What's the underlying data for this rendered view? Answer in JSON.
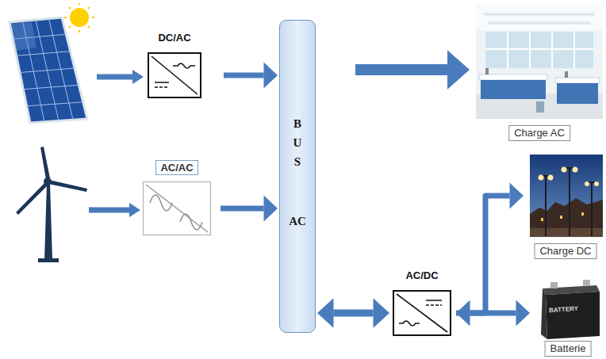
{
  "diagram": {
    "nodes": [
      {
        "text": [
          "DC/AC"
        ]
      },
      {
        "text": [
          "AC/AC"
        ]
      },
      {
        "text": [
          "B U S",
          "AC"
        ]
      },
      {
        "text": [
          "Charge AC"
        ]
      },
      {
        "text": [
          "AC/DC"
        ]
      },
      {
        "text": [
          "Charge DC"
        ]
      },
      {
        "text": [
          "Batterie"
        ]
      }
    ],
    "edges": [
      {
        "from": 0,
        "to": 2,
        "arrow": "to"
      },
      {
        "from": 1,
        "to": 2,
        "arrow": "to"
      },
      {
        "from": 2,
        "to": 3,
        "arrow": "to"
      },
      {
        "from": 2,
        "to": 4,
        "arrow": "both"
      },
      {
        "from": 4,
        "to": 5,
        "arrow": "to"
      },
      {
        "from": 4,
        "to": 6,
        "arrow": "both"
      }
    ],
    "labels": [
      "BATTERY"
    ]
  }
}
